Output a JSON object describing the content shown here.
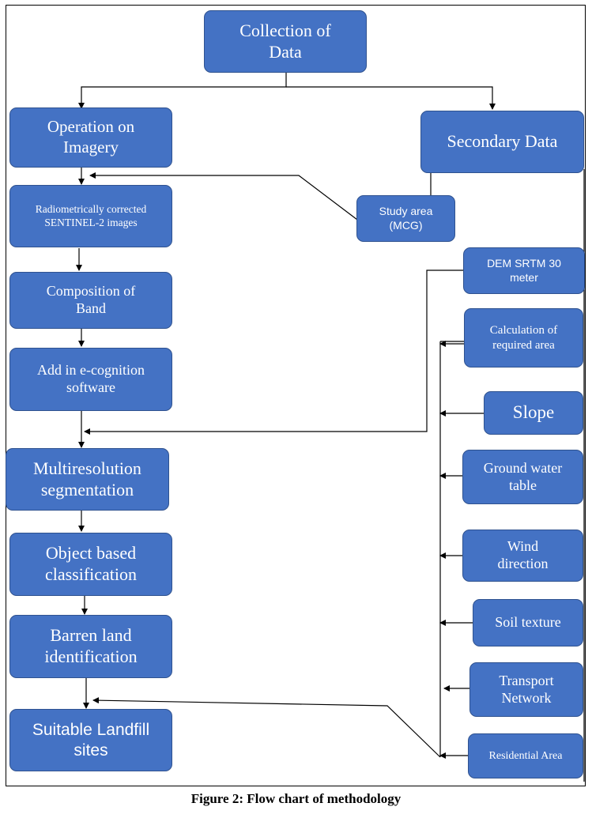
{
  "nodes": {
    "collection": "Collection of\nData",
    "operation": "Operation on\nImagery",
    "secondary": "Secondary Data",
    "radiometric": "Radiometrically corrected\nSENTINEL-2 images",
    "study_area": "Study area\n(MCG)",
    "dem": "DEM SRTM 30\nmeter",
    "composition": "Composition of\nBand",
    "calculation": "Calculation of\nrequired area",
    "ecognition": "Add in e-cognition\nsoftware",
    "slope": "Slope",
    "multiresolution": "Multiresolution\nsegmentation",
    "groundwater": "Ground water\ntable",
    "object_classification": "Object based\nclassification",
    "wind": "Wind\ndirection",
    "barren": "Barren land\nidentification",
    "soil": "Soil texture",
    "transport": "Transport\nNetwork",
    "suitable": "Suitable Landfill\nsites",
    "residential": "Residential Area"
  },
  "caption": "Figure 2: Flow chart of methodology",
  "colors": {
    "box_fill": "#4472c4",
    "box_border": "#2f528f",
    "text": "#ffffff",
    "line": "#000000"
  }
}
